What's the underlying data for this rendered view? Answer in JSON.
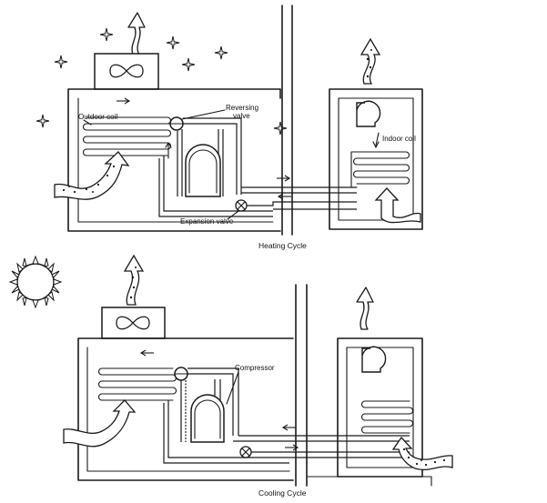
{
  "heating_cycle": {
    "caption": "Heating Cycle",
    "labels": {
      "outdoor_coil": "Outdoor coil",
      "reversing_valve_line1": "Reversing",
      "reversing_valve_line2": "valve",
      "indoor_coil": "Indoor coil",
      "expansion_valve": "Expansion valve"
    }
  },
  "cooling_cycle": {
    "caption": "Cooling Cycle",
    "labels": {
      "compressor": "Compressor"
    }
  },
  "icons": [
    "star-icon",
    "sun-icon",
    "fan-icon",
    "blower-icon",
    "expansion-valve-icon",
    "air-flow-arrow-icon",
    "flow-arrow-icon"
  ],
  "colors": {
    "line": "#1a1a1a",
    "background": "#ffffff"
  }
}
